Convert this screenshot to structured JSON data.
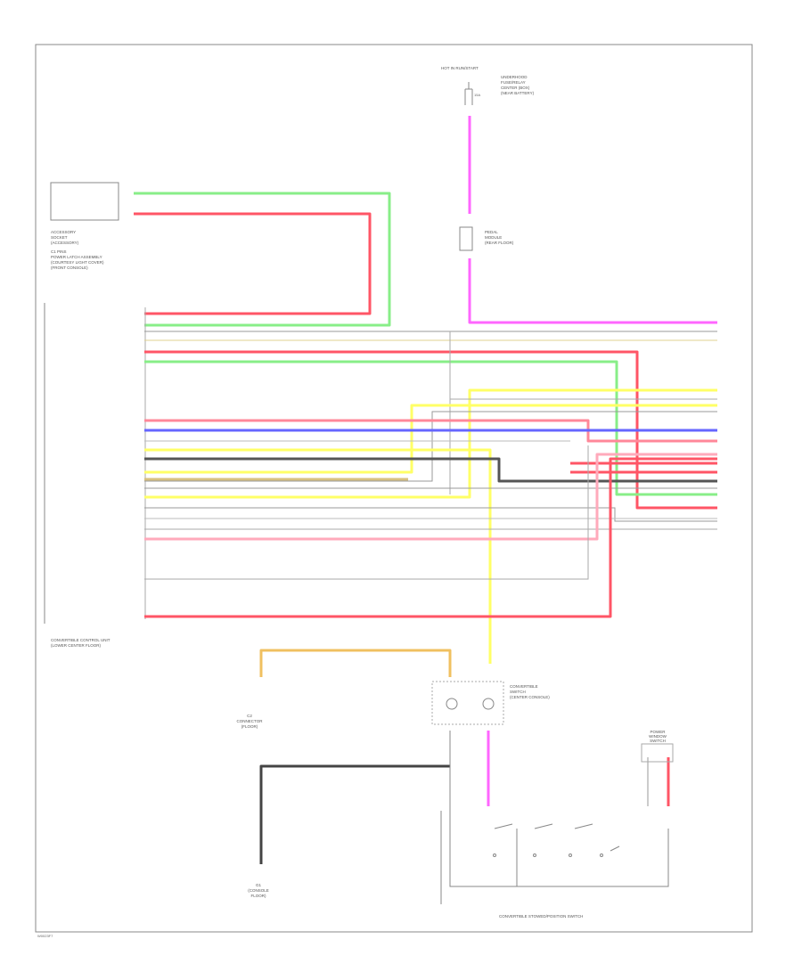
{
  "diagram_id": "W0023F7",
  "colors": {
    "pink": "#ff66ff",
    "green": "#88ee88",
    "red": "#ff5566",
    "yellow": "#ffff66",
    "blue": "#6666ff",
    "gray": "#999999",
    "dark": "#444444",
    "tan": "#f0c060",
    "outline": "#888888"
  },
  "components": {
    "hot_at_all_times": "HOT IN RUN/START",
    "fuse_block": [
      "UNDERHOOD",
      "FUSE/RELAY",
      "CENTER (BOX)",
      "(NEAR BATTERY)"
    ],
    "fuse_label": "FUSE\n15A",
    "connector_label": [
      "PEDAL",
      "MODULE",
      "(REAR FLOOR)"
    ],
    "left_module_label": [
      "ACCESSORY",
      "SOCKET",
      "(ACCESSORY)",
      "C1 PINS",
      "POWER LATCH ASSEMBLY",
      "(COURTESY LIGHT COVER)",
      "(FRONT CONSOLE)"
    ],
    "main_module_label": [
      "CONVERTIBLE CONTROL UNIT",
      "(LOWER CENTER FLOOR)"
    ],
    "c2_label": [
      "C2",
      "CONNECTOR",
      "(FLOOR)"
    ],
    "motor_label": [
      "CONVERTIBLE",
      "SWITCH",
      "(CENTER CONSOLE)"
    ],
    "ground_label": [
      "G1",
      "(CONSOLE",
      "FLOOR)"
    ],
    "switch_label": "CONVERTIBLE STOWED/POSITION SWITCH",
    "window_label": [
      "POWER",
      "WINDOW",
      "SWITCH"
    ]
  }
}
